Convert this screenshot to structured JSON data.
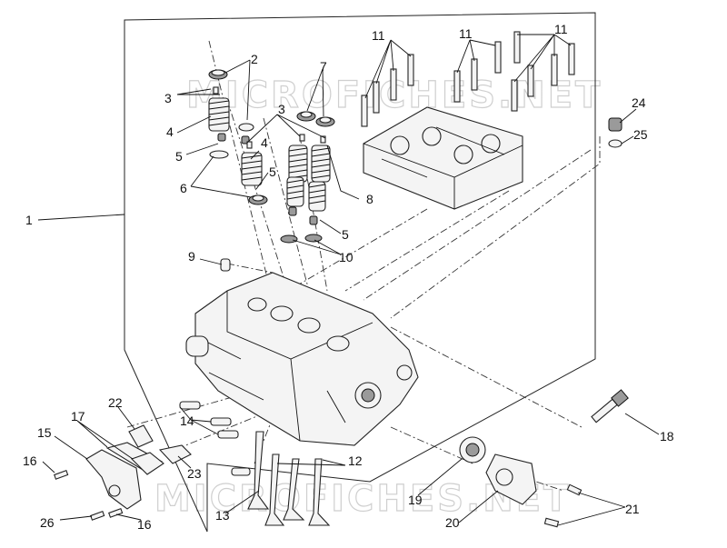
{
  "diagram": {
    "watermark": "MICROFICHES.NET",
    "callouts": [
      "1",
      "2",
      "3",
      "3",
      "4",
      "4",
      "5",
      "5",
      "5",
      "6",
      "7",
      "8",
      "9",
      "10",
      "11",
      "11",
      "11",
      "12",
      "13",
      "14",
      "15",
      "16",
      "16",
      "17",
      "18",
      "19",
      "20",
      "21",
      "22",
      "23",
      "24",
      "25",
      "26"
    ]
  }
}
